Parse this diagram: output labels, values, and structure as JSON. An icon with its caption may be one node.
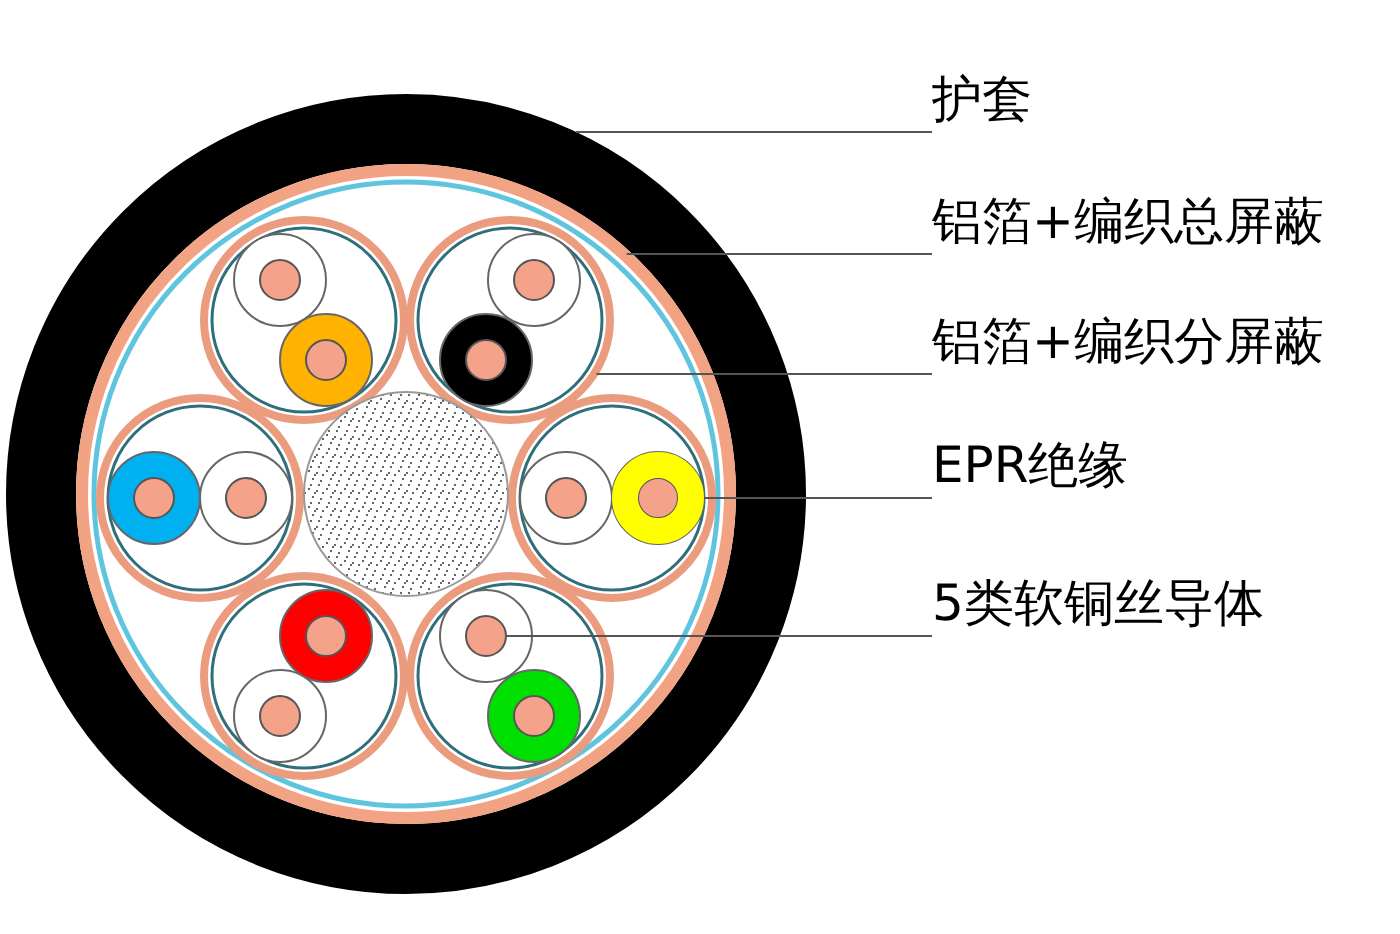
{
  "diagram": {
    "nodes": [
      {
        "text": [
          "护套"
        ]
      },
      {
        "text": [
          "铝箔+编织总屏蔽"
        ]
      },
      {
        "text": [
          "铝箔+编织分屏蔽"
        ]
      },
      {
        "text": [
          "EPR绝缘"
        ]
      },
      {
        "text": [
          "5类软铜丝导体"
        ]
      },
      {
        "text": [],
        "shape": "circle"
      },
      {
        "text": [],
        "shape": "circle",
        "in": 5
      },
      {
        "text": [],
        "shape": "circle",
        "in": 6
      },
      {
        "text": [],
        "shape": "circle",
        "in": 6
      },
      {
        "text": [],
        "shape": "circle",
        "in": 6
      },
      {
        "text": [],
        "shape": "circle",
        "in": 6
      }
    ],
    "edges": [
      {
        "from": 0,
        "to": 5,
        "arrow": "none"
      },
      {
        "from": 1,
        "to": 6,
        "arrow": "none"
      },
      {
        "from": 2,
        "to": 7,
        "arrow": "none"
      },
      {
        "from": 3,
        "to": 8,
        "arrow": "none"
      },
      {
        "from": 4,
        "to": 9,
        "arrow": "none"
      }
    ]
  }
}
